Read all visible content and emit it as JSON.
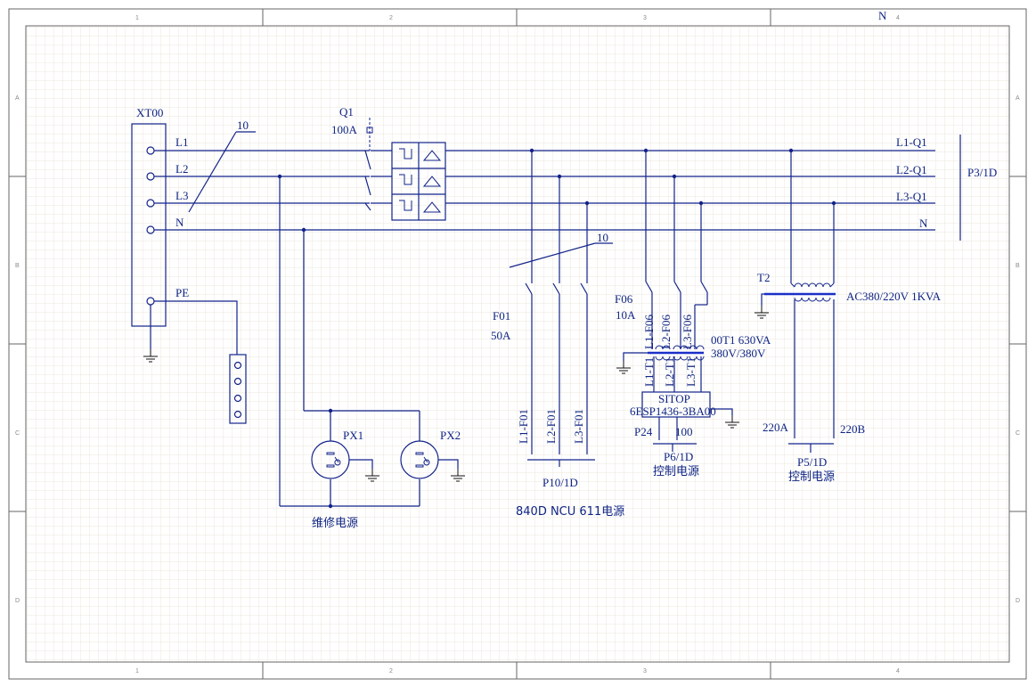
{
  "zone_columns": [
    "1",
    "2",
    "3",
    "4"
  ],
  "zone_rows": [
    "A",
    "B",
    "C",
    "D"
  ],
  "header_mark": "N",
  "terminal": {
    "name": "XT00",
    "pins": [
      "L1",
      "L2",
      "L3",
      "N",
      "PE"
    ]
  },
  "wire_number_top": "10",
  "wire_number_mid": "10",
  "breaker_q1": {
    "name": "Q1",
    "rating": "100A"
  },
  "bus_labels": [
    "L1-Q1",
    "L2-Q1",
    "L3-Q1",
    "N"
  ],
  "ref_p3": "P3/1D",
  "fuse_f01": {
    "name": "F01",
    "rating": "50A",
    "outputs": [
      "L1-F01",
      "L2-F01",
      "L3-F01"
    ],
    "ref": "P10/1D",
    "caption": "840D NCU 611电源"
  },
  "fuse_f06": {
    "name": "F06",
    "rating": "10A",
    "outputs": [
      "L1-F06",
      "L2-F06",
      "L3-F06"
    ]
  },
  "transformer_00t1": {
    "name": "00T1 630VA",
    "ratio": "380V/380V",
    "secondary": [
      "L1-T1",
      "L2-T1",
      "L3-T1"
    ]
  },
  "sitop": {
    "name": "SITOP",
    "part": "6ESP1436-3BA00",
    "out_p24": "P24",
    "out_100": "100",
    "ref": "P6/1D",
    "caption": "控制电源"
  },
  "transformer_t2": {
    "name": "T2",
    "rating": "AC380/220V 1KVA",
    "out_a": "220A",
    "out_b": "220B",
    "ref": "P5/1D",
    "caption": "控制电源"
  },
  "socket_px1": "PX1",
  "socket_px2": "PX2",
  "maintenance_caption": "维修电源"
}
